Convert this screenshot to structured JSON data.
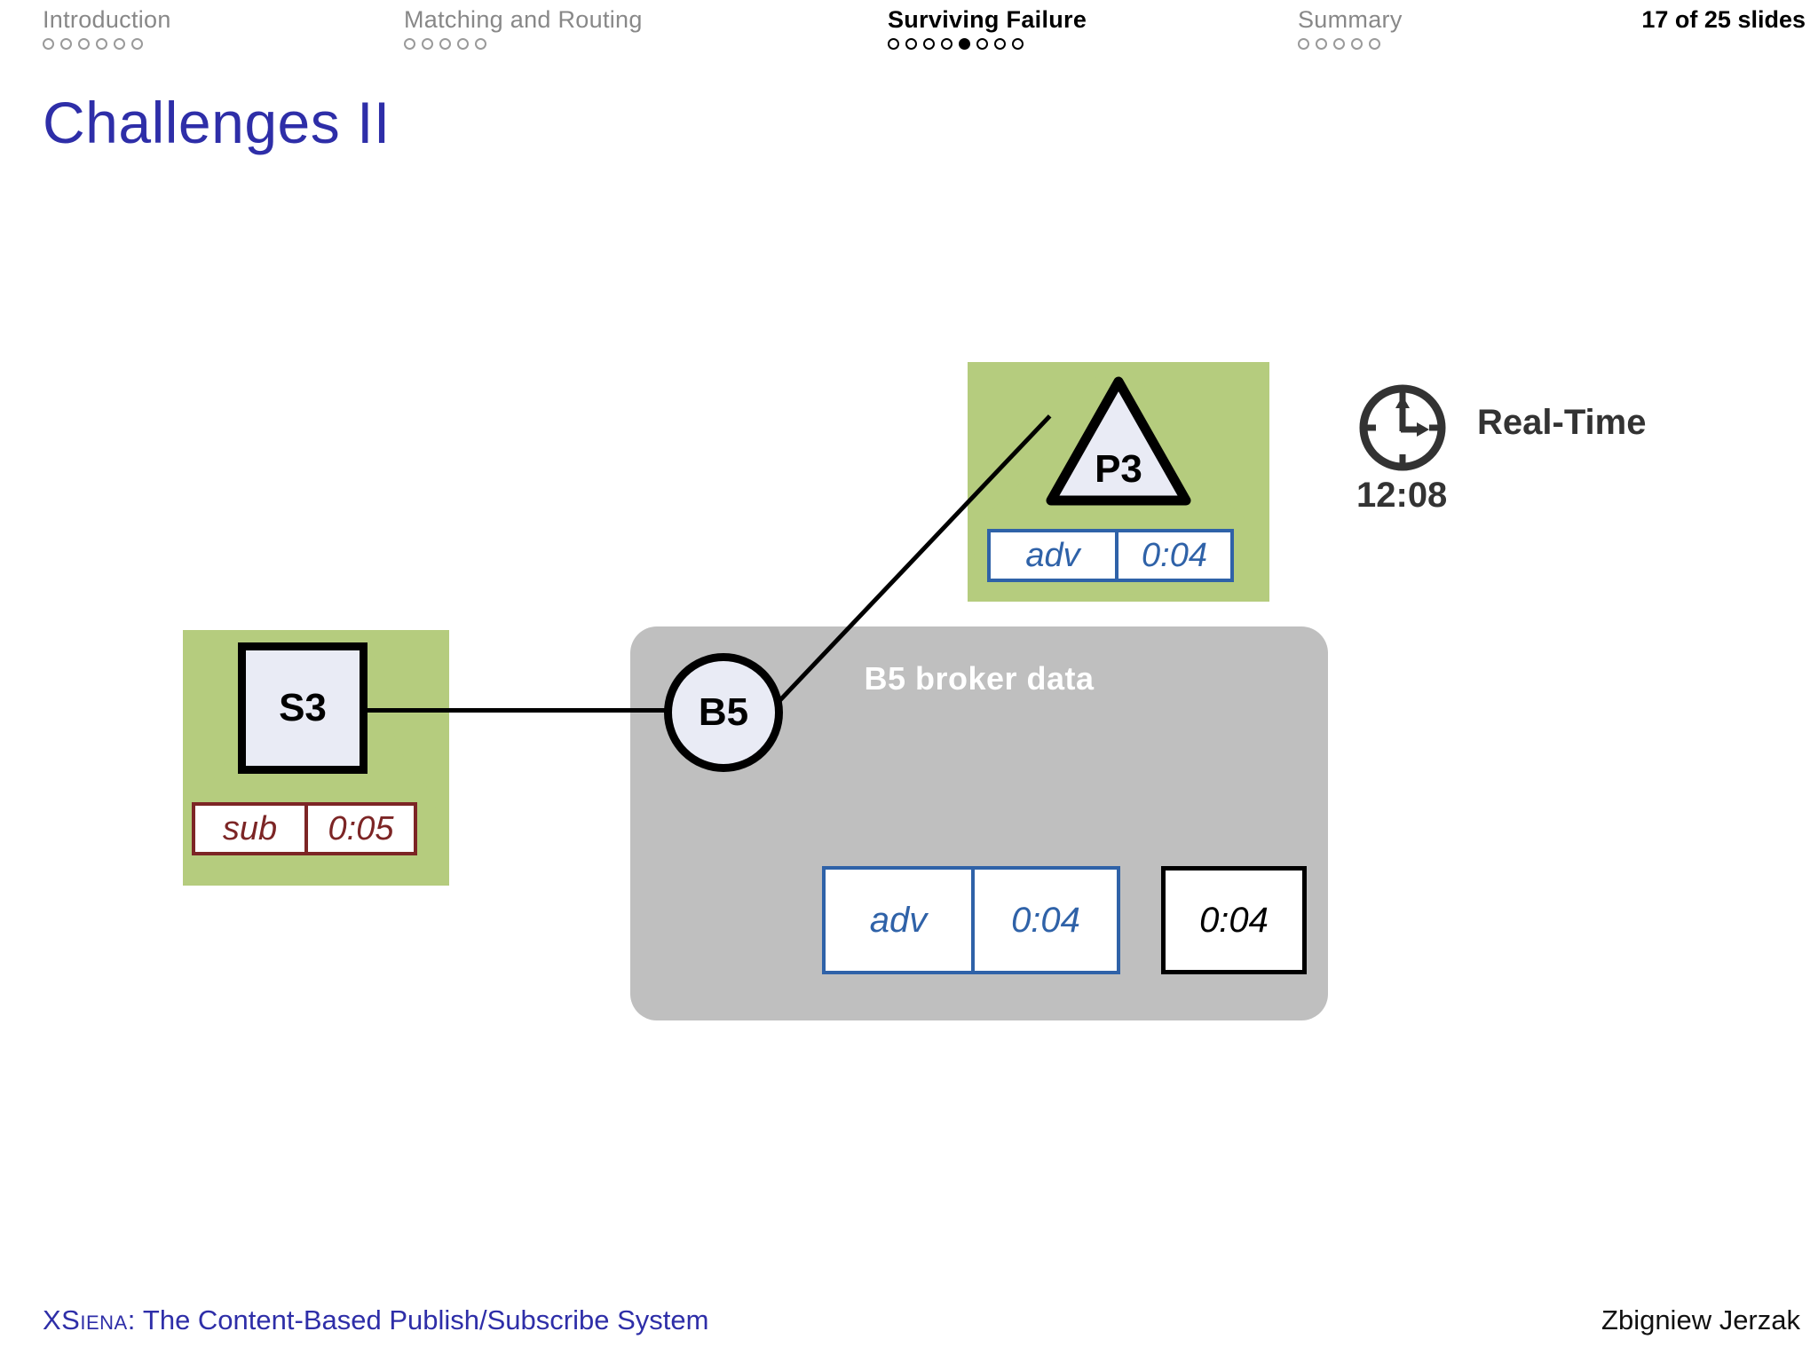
{
  "nav": {
    "sections": [
      {
        "label": "Introduction",
        "dots": 6,
        "current": -1,
        "active": false
      },
      {
        "label": "Matching and Routing",
        "dots": 5,
        "current": -1,
        "active": false
      },
      {
        "label": "Surviving Failure",
        "dots": 8,
        "current": 4,
        "active": true
      },
      {
        "label": "Summary",
        "dots": 5,
        "current": -1,
        "active": false
      }
    ],
    "counter": "17 of 25 slides"
  },
  "title": "Challenges II",
  "diagram": {
    "broker_panel": {
      "title": "B5 broker data",
      "fill_color": "#bfbfbf",
      "title_color": "#ffffff"
    },
    "nodes": {
      "s3": {
        "label": "S3",
        "shape": "square"
      },
      "b5": {
        "label": "B5",
        "shape": "circle"
      },
      "p3": {
        "label": "P3",
        "shape": "triangle"
      }
    },
    "tags": {
      "p3_adv": {
        "name": "adv",
        "time": "0:04",
        "color": "#2f62a8"
      },
      "s3_sub": {
        "name": "sub",
        "time": "0:05",
        "color": "#7c2525"
      },
      "broker_adv": {
        "name": "adv",
        "time": "0:04",
        "color": "#2f62a8"
      },
      "broker_time": {
        "time": "0:04",
        "color": "#000000"
      }
    },
    "highlight_color": "#b5cc7e"
  },
  "clock": {
    "caption": "Real-Time",
    "time": "12:08"
  },
  "footer": {
    "brand": "XSiena:",
    "subtitle": "The Content-Based Publish/Subscribe System",
    "author": "Zbigniew Jerzak"
  }
}
